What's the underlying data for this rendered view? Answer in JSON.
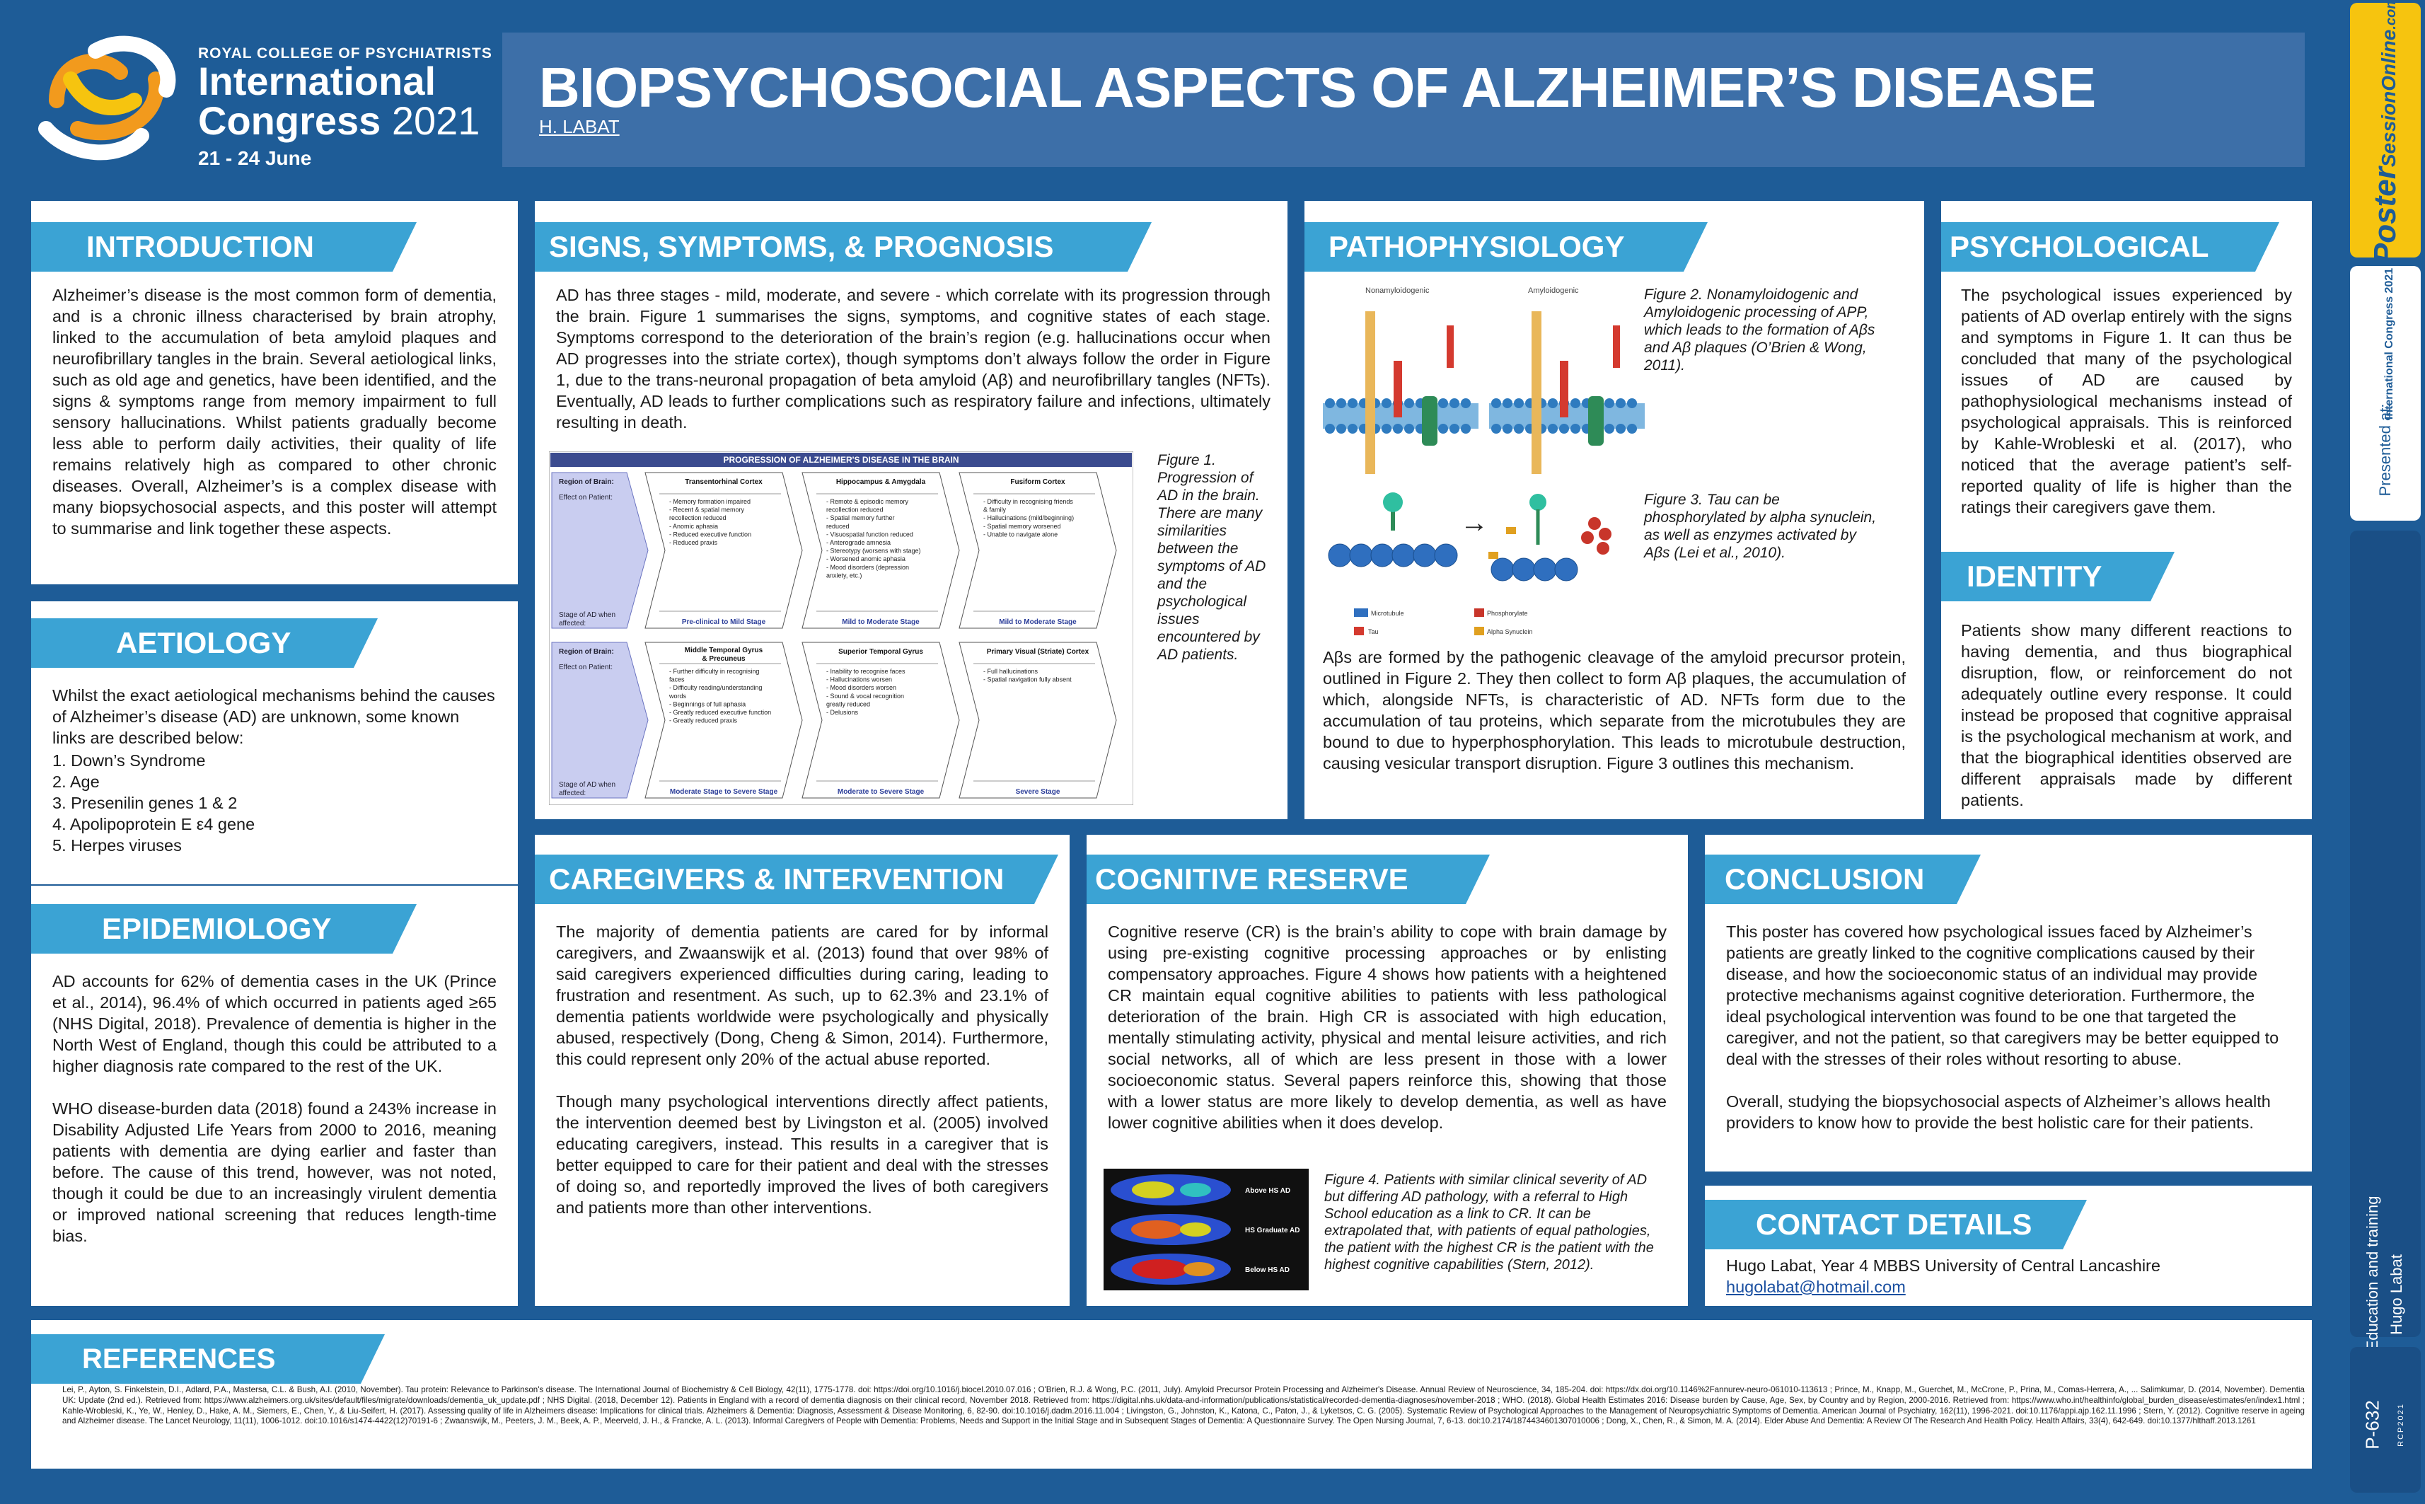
{
  "header": {
    "org": "ROYAL COLLEGE OF PSYCHIATRISTS",
    "congress_line1": "International",
    "congress_line2": "Congress",
    "congress_year": "2021",
    "dates": "21 - 24 June",
    "title": "BIOPSYCHOSOCIAL ASPECTS OF ALZHEIMER’S DISEASE",
    "author": "H. LABAT"
  },
  "intro": {
    "heading": "INTRODUCTION",
    "text": "Alzheimer’s disease is the most common form of dementia, and is a chronic illness characterised by brain atrophy, linked to the accumulation of beta amyloid plaques and neurofibrillary tangles in the brain. Several aetiological links, such as old age and genetics, have been identified, and the signs & symptoms range from memory impairment to full sensory hallucinations. Whilst patients gradually become less able to perform daily activities, their quality of life remains relatively high as compared to other chronic diseases. Overall, Alzheimer’s is a complex disease with many biopsychosocial aspects, and this poster will attempt to summarise and link together these aspects."
  },
  "aetiology": {
    "heading": "AETIOLOGY",
    "text": "Whilst the exact aetiological mechanisms behind the causes of Alzheimer’s disease (AD) are unknown, some known links are described below:",
    "items": [
      "1. Down’s Syndrome",
      "2. Age",
      "3. Presenilin genes 1 & 2",
      "4. Apolipoprotein E ε4 gene",
      "5. Herpes viruses"
    ]
  },
  "epidemiology": {
    "heading": "EPIDEMIOLOGY",
    "p1": "AD accounts for 62% of dementia cases in the UK (Prince et al., 2014), 96.4% of which occurred in patients aged ≥65 (NHS Digital, 2018). Prevalence of dementia is higher in the North West of England, though this could be attributed to a higher diagnosis rate compared to the rest of the UK.",
    "p2": "WHO disease-burden data (2018) found a 243% increase in Disability Adjusted Life Years from 2000 to 2016, meaning patients with dementia are dying earlier and faster than before. The cause of this trend, however, was not noted, though it could be due to an increasingly virulent dementia or improved national screening that reduces length-time bias."
  },
  "signs": {
    "heading": "SIGNS, SYMPTOMS, & PROGNOSIS",
    "text": "AD has three stages - mild, moderate, and severe - which correlate with its progression through the brain. Figure 1 summarises the signs, symptoms, and cognitive states of each stage. Symptoms correspond to the deterioration of the brain’s region (e.g. hallucinations occur when AD progresses into the striate cortex), though symptoms don’t always follow the order in Figure 1, due to the trans-neuronal propagation of beta amyloid (Aβ) and neurofibrillary tangles (NFTs). Eventually, AD leads to further complications such as respiratory failure and infections, ultimately resulting in death.",
    "fig_caption": "Figure 1. Progression of AD in the brain. There are many similarities between the symptoms of AD and the psychological issues encountered by AD patients.",
    "fig": {
      "title": "PROGRESSION OF ALZHEIMER'S DISEASE IN THE BRAIN",
      "row_label_region": "Region of Brain:",
      "row_label_effect": "Effect on Patient:",
      "row_label_stage": "Stage of AD when affected:",
      "row1": [
        {
          "region": "Transentorhinal Cortex",
          "effects": [
            "- Memory formation impaired",
            "- Recent & spatial memory",
            "  recollection reduced",
            "- Anomic aphasia",
            "- Reduced executive function",
            "- Reduced praxis"
          ],
          "stage": "Pre-clinical to Mild Stage"
        },
        {
          "region": "Hippocampus & Amygdala",
          "effects": [
            "- Remote & episodic memory",
            "  recollection reduced",
            "- Spatial memory further",
            "  reduced",
            "- Visuospatial function reduced",
            "- Anterograde amnesia",
            "- Stereotypy (worsens with stage)",
            "- Worsened anomic aphasia",
            "- Mood disorders (depression",
            "  anxiety, etc.)"
          ],
          "stage": "Mild to Moderate Stage"
        },
        {
          "region": "Fusiform Cortex",
          "effects": [
            "- Difficulty in recognising friends",
            "  & family",
            "- Hallucinations (mild/beginning)",
            "- Spatial memory worsened",
            "- Unable to navigate alone"
          ],
          "stage": "Mild to Moderate Stage"
        }
      ],
      "row2": [
        {
          "region": "Middle Temporal Gyrus & Precuneus",
          "effects": [
            "- Further difficulty in recognising",
            "  faces",
            "- Difficulty reading/understanding",
            "  words",
            "- Beginnings of full aphasia",
            "- Greatly reduced executive function",
            "- Greatly reduced praxis"
          ],
          "stage": "Moderate Stage to Severe Stage"
        },
        {
          "region": "Superior Temporal Gyrus",
          "effects": [
            "- Inability to recognise faces",
            "- Hallucinations worsen",
            "- Mood disorders worsen",
            "- Sound & vocal recognition",
            "  greatly reduced",
            "- Delusions"
          ],
          "stage": "Moderate to Severe Stage"
        },
        {
          "region": "Primary Visual (Striate) Cortex",
          "effects": [
            "- Full hallucinations",
            "- Spatial navigation fully absent"
          ],
          "stage": "Severe Stage"
        }
      ]
    }
  },
  "patho": {
    "heading": "PATHOPHYSIOLOGY",
    "fig2_caption": "Figure 2. Nonamyloidogenic and Amyloidogenic processing of APP, which leads to the formation of Aβs and Aβ plaques (O’Brien & Wong, 2011).",
    "fig3_caption": "Figure 3. Tau can be phosphorylated by alpha synuclein, as well as enzymes activated by Aβs (Lei et al., 2010).",
    "fig2_label_a": "Nonamyloidogenic",
    "fig2_label_b": "Amyloidogenic",
    "fig3_legend_a": "Microtubule",
    "fig3_legend_b": "Phosphorylate",
    "fig3_legend_c": "Tau",
    "fig3_legend_d": "Alpha Synuclein",
    "text": "Aβs are formed by the pathogenic cleavage of the amyloid precursor protein, outlined in Figure 2. They then collect to form Aβ plaques, the accumulation of which, alongside NFTs, is characteristic of AD. NFTs form due to the accumulation of tau proteins, which separate from the microtubules they are bound to due to hyperphosphorylation. This leads to microtubule destruction, causing vesicular transport disruption. Figure 3 outlines this mechanism."
  },
  "psych": {
    "heading": "PSYCHOLOGICAL",
    "text": "The psychological issues experienced by patients of AD overlap entirely with the signs and symptoms in Figure 1. It can thus be concluded that many of the psychological issues of AD are caused by pathophysiological mechanisms instead of psychological appraisals. This is reinforced by Kahle-Wrobleski et al. (2017), who noticed that the average patient’s self-reported quality of life is higher than the ratings their caregivers gave them."
  },
  "identity": {
    "heading": "IDENTITY",
    "text": "Patients show many different reactions to having dementia, and thus biographical disruption, flow, or reinforcement do not adequately outline every response. It could instead be proposed that cognitive appraisal is the psychological mechanism at work, and that the biographical identities observed are different appraisals made by different patients."
  },
  "caregivers": {
    "heading": "CAREGIVERS & INTERVENTION",
    "p1": "The majority of dementia patients are cared for by informal caregivers, and Zwaanswijk et al. (2013) found that over 98% of said caregivers experienced difficulties during caring, leading to frustration and resentment. As such, up to 62.3% and 23.1% of dementia patients worldwide were psychologically and physically abused, respectively (Dong, Cheng & Simon, 2014). Furthermore, this could represent only 20% of the actual abuse reported.",
    "p2": "Though many psychological interventions directly affect patients, the intervention deemed best by Livingston et al. (2005) involved educating caregivers, instead. This results in a caregiver that is better equipped to care for their patient and deal with the stresses of doing so, and reportedly improved the lives of both caregivers and patients more than other interventions."
  },
  "cognitive": {
    "heading": "COGNITIVE RESERVE",
    "text": "Cognitive reserve (CR) is the brain’s ability to cope with brain damage by using pre-existing cognitive processing approaches or by enlisting compensatory approaches. Figure 4 shows how patients with a heightened CR maintain equal cognitive abilities to patients with less pathological deterioration of the brain. High CR is associated with high education, mentally stimulating activity, physical and mental leisure activities, and rich social networks, all of which are less present in those with a lower socioeconomic status. Several papers reinforce this, showing that those with a lower status are more likely to develop dementia, as well as have lower cognitive abilities when it does develop.",
    "fig4_caption": "Figure 4. Patients with similar clinical severity of AD but differing AD pathology, with a referral to High School education as a link to CR. It can be extrapolated that, with patients of equal pathologies, the patient with the highest CR is the patient with the highest cognitive capabilities (Stern, 2012).",
    "fig4_labels": [
      "Above HS AD",
      "HS Graduate AD",
      "Below HS AD"
    ]
  },
  "conclusion": {
    "heading": "CONCLUSION",
    "p1": "This poster has covered how psychological issues faced by Alzheimer’s patients are greatly linked to the cognitive complications caused by their disease, and how the socioeconomic status of an individual may provide protective mechanisms against cognitive deterioration. Furthermore, the ideal psychological intervention was found to be one that targeted the caregiver, and not the patient, so that caregivers may be better equipped to deal with the stresses of their roles without resorting to abuse.",
    "p2": "Overall, studying the biopsychosocial aspects of Alzheimer’s allows health providers to know how to provide the best holistic care for their patients."
  },
  "contact": {
    "heading": "CONTACT DETAILS",
    "line": "Hugo Labat, Year 4 MBBS University of Central Lancashire",
    "email": "hugolabat@hotmail.com"
  },
  "references": {
    "heading": "REFERENCES",
    "text": "Lei, P., Ayton, S. Finkelstein, D.I., Adlard, P.A., Mastersa, C.L. & Bush, A.I. (2010, November). Tau protein: Relevance to Parkinson's disease. The International Journal of Biochemistry & Cell Biology, 42(11), 1775-1778. doi: https://doi.org/10.1016/j.biocel.2010.07.016 ; O'Brien, R.J. & Wong, P.C. (2011, July). Amyloid Precursor Protein Processing and Alzheimer's Disease. Annual Review of Neuroscience, 34, 185-204. doi: https://dx.doi.org/10.1146%2Fannurev-neuro-061010-113613 ; Prince, M., Knapp, M., Guerchet, M., McCrone, P., Prina, M., Comas-Herrera, A., ... Salimkumar, D. (2014, November). Dementia UK: Update (2nd ed.). Retrieved from: https://www.alzheimers.org.uk/sites/default/files/migrate/downloads/dementia_uk_update.pdf ; NHS Digital. (2018, December 12). Patients in England with a record of dementia diagnosis on their clinical record, November 2018. Retrieved from: https://digital.nhs.uk/data-and-information/publications/statistical/recorded-dementia-diagnoses/november-2018 ; WHO. (2018). Global Health Estimates 2016: Disease burden by Cause, Age, Sex, by Country and by Region, 2000-2016. Retrieved from: https://www.who.int/healthinfo/global_burden_disease/estimates/en/index1.html ; Kahle-Wrobleski, K., Ye, W., Henley, D., Hake, A. M., Siemers, E., Chen, Y., & Liu-Seifert, H. (2017). Assessing quality of life in Alzheimers disease: Implications for clinical trials. Alzheimers & Dementia: Diagnosis, Assessment & Disease Monitoring, 6, 82-90. doi:10.1016/j.dadm.2016.11.004 ; Livingston, G., Johnston, K., Katona, C., Paton, J., & Lyketsos, C. G. (2005). Systematic Review of Psychological Approaches to the Management of Neuropsychiatric Symptoms of Dementia. American Journal of Psychiatry, 162(11), 1996-2021. doi:10.1176/appi.ajp.162.11.1996 ; Stern, Y. (2012). Cognitive reserve in ageing and Alzheimer disease. The Lancet Neurology, 11(11), 1006-1012. doi:10.1016/s1474-4422(12)70191-6 ; Zwaanswijk, M., Peeters, J. M., Beek, A. P., Meerveld, J. H., & Francke, A. L. (2013). Informal Caregivers of People with Dementia: Problems, Needs and Support in the Initial Stage and in Subsequent Stages of Dementia: A Questionnaire Survey. The Open Nursing Journal, 7, 6-13. doi:10.2174/1874434601307010006 ; Dong, X., Chen, R., & Simon, M. A. (2014). Elder Abuse And Dementia: A Review Of The Research And Health Policy. Health Affairs, 33(4), 642-649. doi:10.1377/hlthaff.2013.1261"
  },
  "sidebar": {
    "brand_line1": "Poster",
    "brand_line2": "SessionOnline",
    "brand_line3": ".com",
    "presented_at": "Presented at:",
    "mini_congress": "International Congress 2021",
    "category": "Education and training",
    "author": "Hugo Labat",
    "poster_id": "P-632",
    "code": "RCP2021"
  },
  "colors": {
    "background": "#1e5c97",
    "accent": "#3ba3d4",
    "title_bar": "#3d6fa8",
    "brand_yellow": "#f6c40f"
  }
}
